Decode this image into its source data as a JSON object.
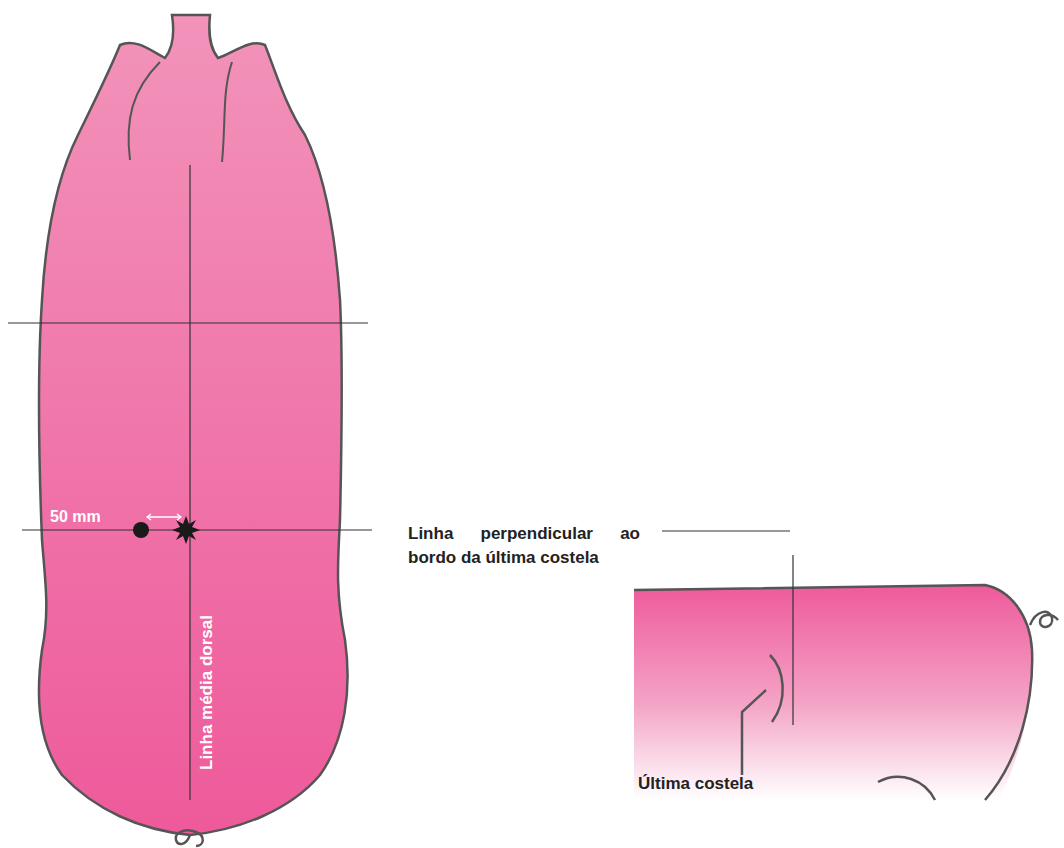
{
  "diagram": {
    "labels": [
      "50 mm",
      "Linha média dorsal",
      "Linha perpendicular ao bordo da última costela",
      "Última costela"
    ]
  }
}
